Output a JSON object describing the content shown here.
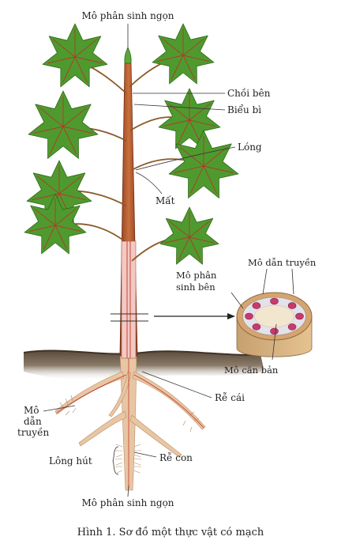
{
  "labels": {
    "apical_meristem_top": "Mô phân sinh ngọn",
    "lateral_bud": "Chồi bên",
    "epidermis": "Biểu bì",
    "internode": "Lóng",
    "node": "Mất",
    "vascular_tissue_right": "Mô dẫn truyền",
    "lateral_meristem_line1": "Mô phân",
    "lateral_meristem_line2": "sinh bên",
    "ground_tissue": "Mô căn bản",
    "taproot": "Rễ cái",
    "vascular_tissue_left_line1": "Mô",
    "vascular_tissue_left_line2": "dẫn",
    "vascular_tissue_left_line3": "truyền",
    "root_hairs": "Lông hút",
    "lateral_root": "Rễ con",
    "apical_meristem_root": "Mô phân sinh ngọn"
  },
  "caption": "Hình 1.  Sơ đồ một thực vật có mạch",
  "colors": {
    "stem": "#b5562e",
    "leaf": "#4f9a2e",
    "leaf_vein": "#b03a2a",
    "root": "#e9c6a3",
    "soil": "#6b5a48",
    "vascular_bundle": "#c83a6a"
  }
}
